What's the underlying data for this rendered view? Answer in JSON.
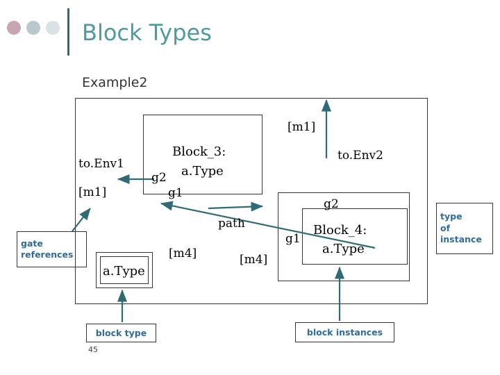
{
  "slide": {
    "title": "Block Types",
    "subtitle": "Example2",
    "page_number": "45"
  },
  "diagram": {
    "labels": {
      "m1_top": "[m1]",
      "to_env1": "to.Env1",
      "m1_left": "[m1]",
      "block3_name": "Block_3:",
      "block3_type": "a.Type",
      "g2_a": "g2",
      "g1_a": "g1",
      "to_env2": "to.Env2",
      "g2_b": "g2",
      "path": "path",
      "m4_a": "[m4]",
      "m4_b": "[m4]",
      "g1_b": "g1",
      "block4_name": "Block_4:",
      "block4_type": "a.Type",
      "atype_block": "a.Type"
    },
    "callouts": {
      "gate_references_line1": "gate",
      "gate_references_line2": "references",
      "block_type": "block type",
      "block_instances": "block instances",
      "type_of_instance_line1": "type",
      "type_of_instance_line2": "of",
      "type_of_instance_line3": "instance"
    }
  },
  "colors": {
    "title": "#4f9a9f",
    "title_rule": "#2f6b75",
    "callout_text": "#2f6b9f",
    "arrow": "#2f6b75",
    "outline": "#333333",
    "bullet_1": "#c9a5b3",
    "bullet_2": "#b9c7cf",
    "bullet_3": "#dbe2e6"
  }
}
